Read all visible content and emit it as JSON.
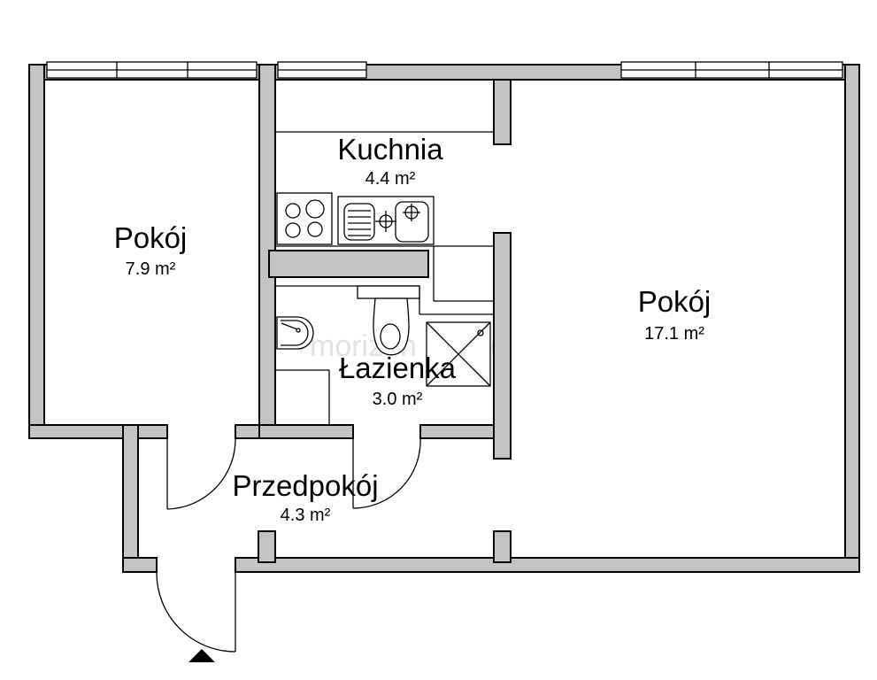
{
  "rooms": [
    {
      "name": "Kuchnia",
      "area": "4.4 m²"
    },
    {
      "name": "Pokój",
      "area": "7.9 m²"
    },
    {
      "name": "Pokój",
      "area": "17.1 m²"
    },
    {
      "name": "Łazienka",
      "area": "3.0 m²"
    },
    {
      "name": "Przedpokój",
      "area": "4.3 m²"
    }
  ],
  "watermark": "morizon house",
  "icons": [
    "entrance-arrow-icon",
    "stove-icon",
    "sink-icon",
    "toilet-icon",
    "washbasin-icon",
    "shower-icon"
  ],
  "colors": {
    "wall": "#c4c4c4",
    "line": "#000000",
    "background": "#ffffff"
  }
}
